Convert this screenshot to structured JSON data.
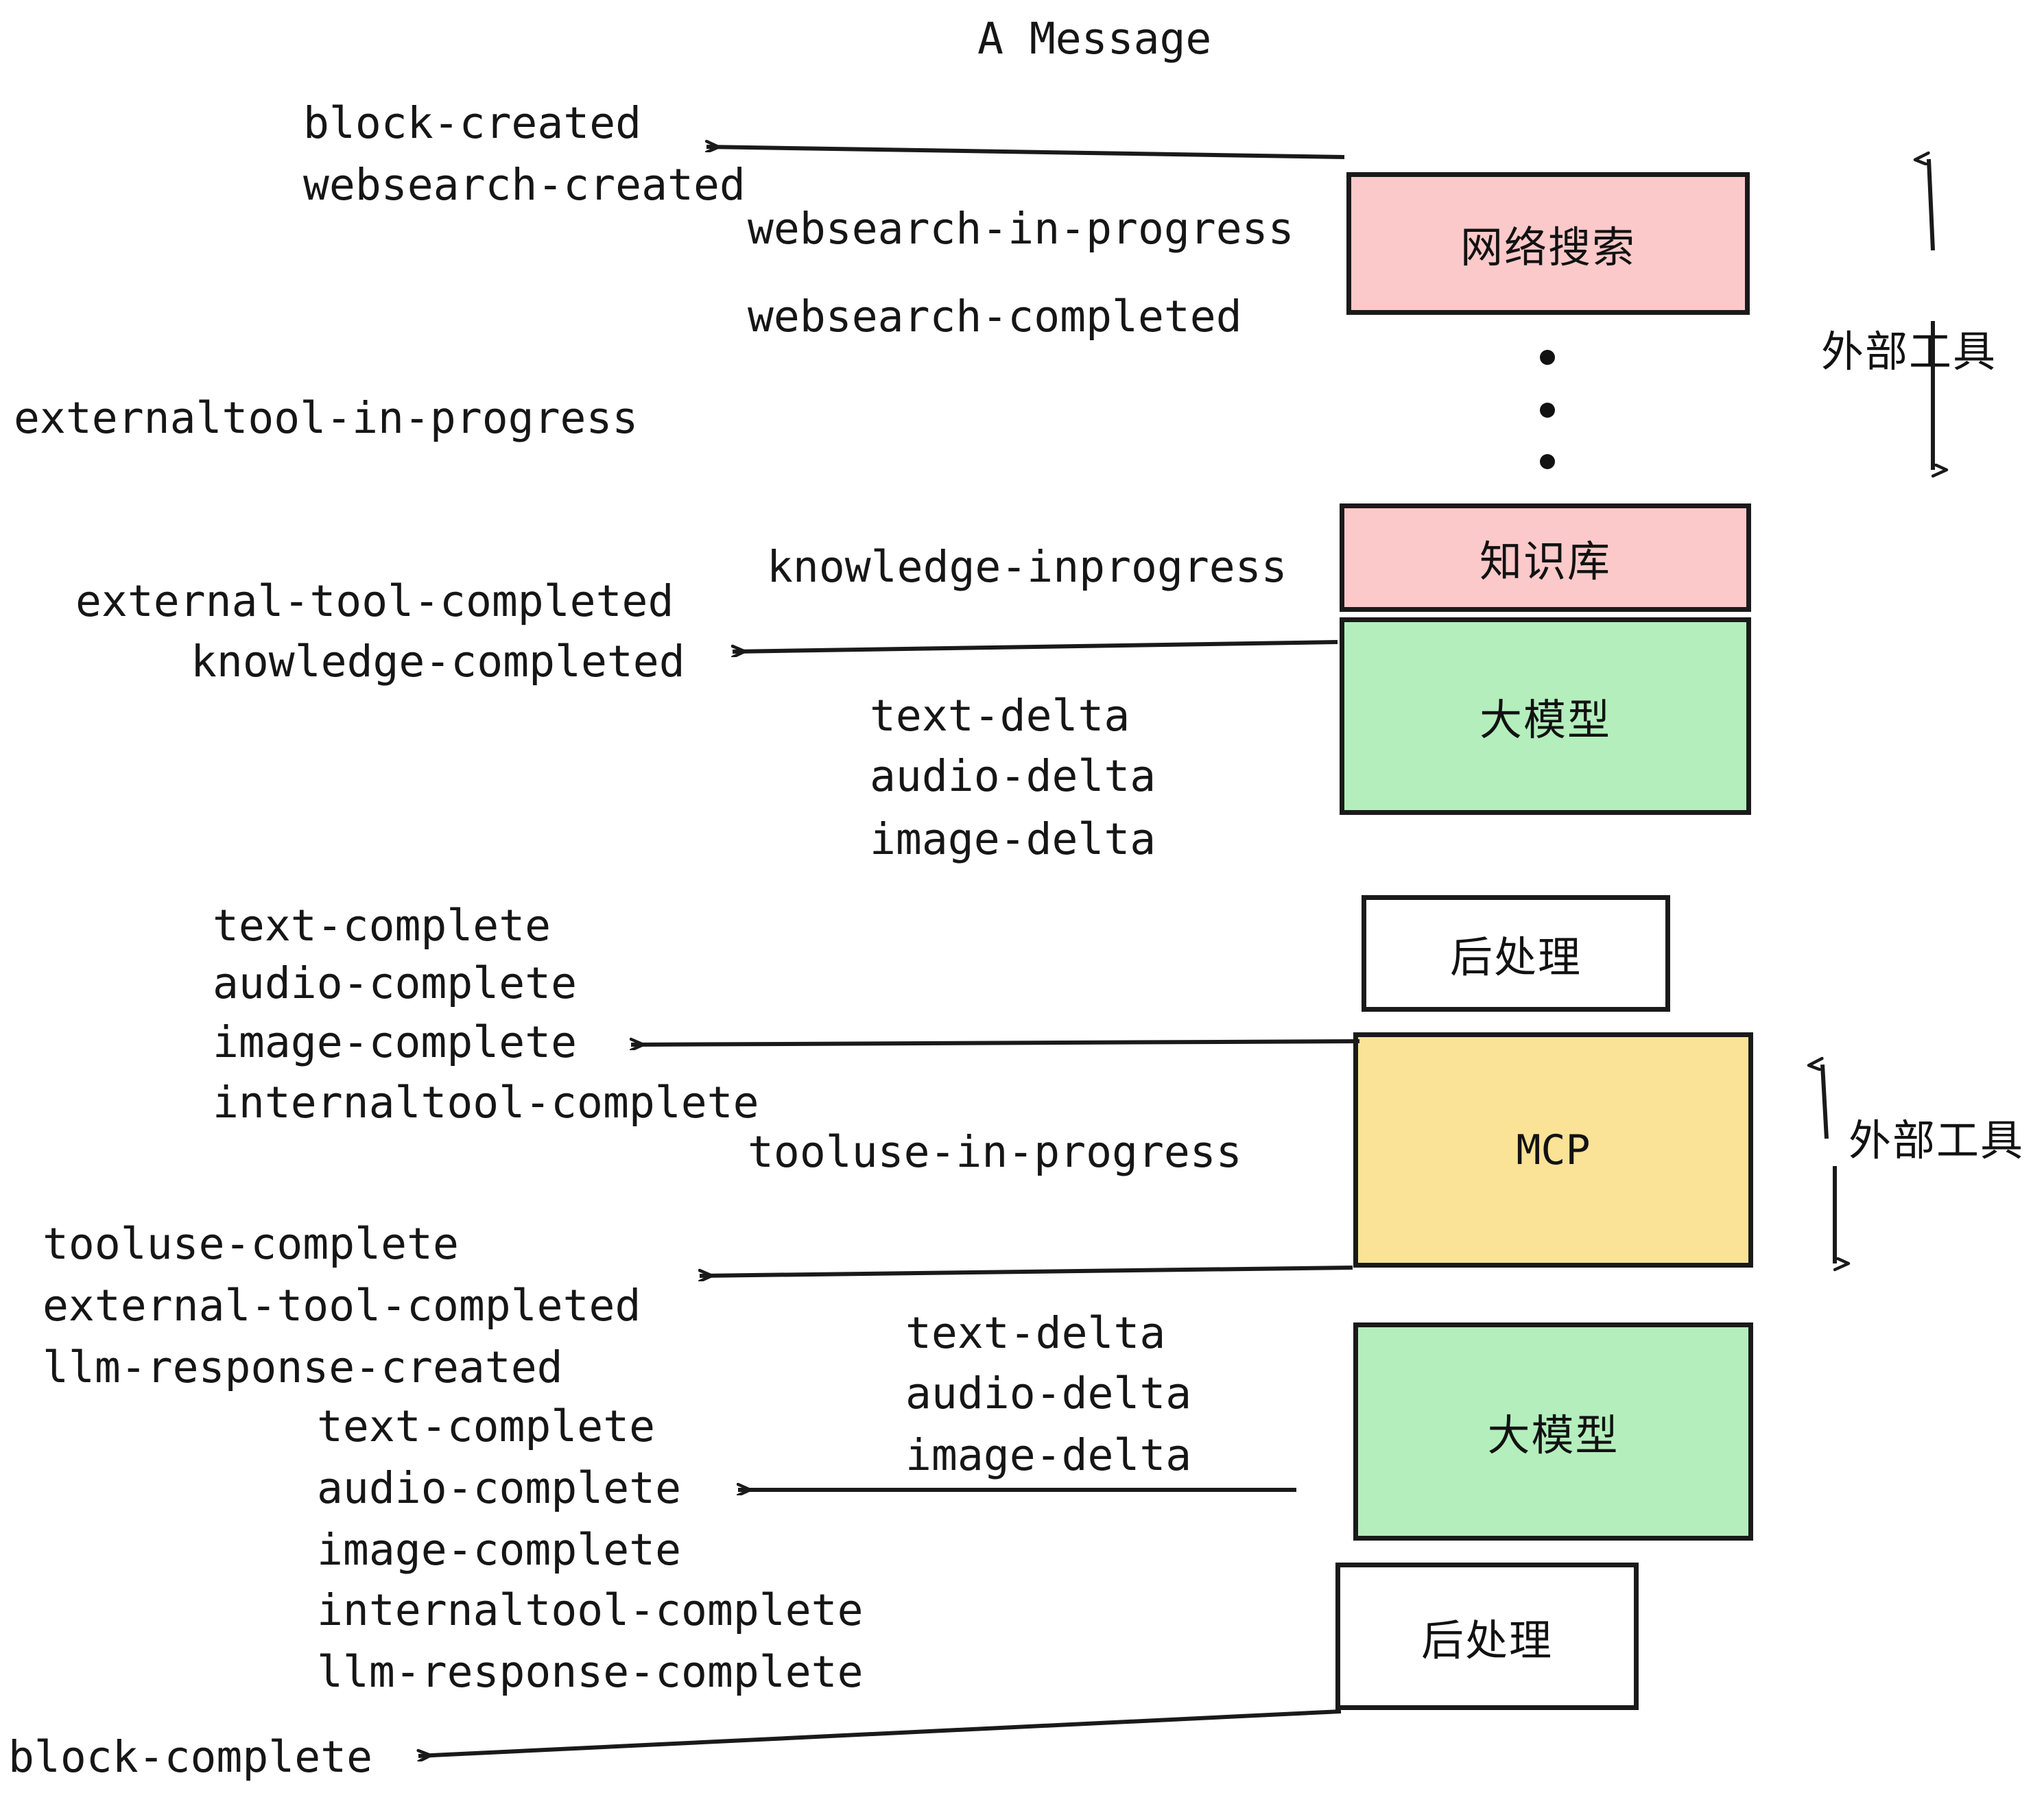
{
  "title": "A Message",
  "colors": {
    "pink": "#fbc9c9",
    "green": "#b4eebc",
    "yellow": "#fae297",
    "white": "#ffffff",
    "stroke": "#1a1a1a",
    "text": "#161616",
    "background": "#ffffff"
  },
  "boxes": [
    {
      "id": "websearch",
      "label": "网络搜索",
      "fill": "pink"
    },
    {
      "id": "knowledge",
      "label": "知识库",
      "fill": "pink"
    },
    {
      "id": "llm-top",
      "label": "大模型",
      "fill": "green"
    },
    {
      "id": "postprocess-top",
      "label": "后处理",
      "fill": "white"
    },
    {
      "id": "mcp",
      "label": "MCP",
      "fill": "yellow"
    },
    {
      "id": "llm-bottom",
      "label": "大模型",
      "fill": "green"
    },
    {
      "id": "postprocess-bottom",
      "label": "后处理",
      "fill": "white"
    }
  ],
  "side_labels": [
    {
      "id": "external-tool-upper",
      "label": "外部工具"
    },
    {
      "id": "external-tool-lower",
      "label": "外部工具"
    }
  ],
  "events": [
    {
      "id": "e01",
      "text": "block-created"
    },
    {
      "id": "e02",
      "text": "websearch-created"
    },
    {
      "id": "e03",
      "text": "websearch-in-progress"
    },
    {
      "id": "e04",
      "text": "websearch-completed"
    },
    {
      "id": "e05",
      "text": "externaltool-in-progress"
    },
    {
      "id": "e06",
      "text": "knowledge-inprogress"
    },
    {
      "id": "e07",
      "text": "external-tool-completed"
    },
    {
      "id": "e08",
      "text": "knowledge-completed"
    },
    {
      "id": "e09",
      "text": "text-delta"
    },
    {
      "id": "e10",
      "text": "audio-delta"
    },
    {
      "id": "e11",
      "text": "image-delta"
    },
    {
      "id": "e12",
      "text": "text-complete"
    },
    {
      "id": "e13",
      "text": "audio-complete"
    },
    {
      "id": "e14",
      "text": "image-complete"
    },
    {
      "id": "e15",
      "text": "internaltool-complete"
    },
    {
      "id": "e16",
      "text": "tooluse-in-progress"
    },
    {
      "id": "e17",
      "text": "tooluse-complete"
    },
    {
      "id": "e18",
      "text": "external-tool-completed"
    },
    {
      "id": "e19",
      "text": "llm-response-created"
    },
    {
      "id": "e20",
      "text": "text-complete"
    },
    {
      "id": "e21",
      "text": "audio-complete"
    },
    {
      "id": "e22",
      "text": "image-complete"
    },
    {
      "id": "e23",
      "text": "internaltool-complete"
    },
    {
      "id": "e24",
      "text": "llm-response-complete"
    },
    {
      "id": "e25",
      "text": "text-delta"
    },
    {
      "id": "e26",
      "text": "audio-delta"
    },
    {
      "id": "e27",
      "text": "image-delta"
    },
    {
      "id": "e28",
      "text": "block-complete"
    }
  ],
  "ellipsis_dots": 3
}
